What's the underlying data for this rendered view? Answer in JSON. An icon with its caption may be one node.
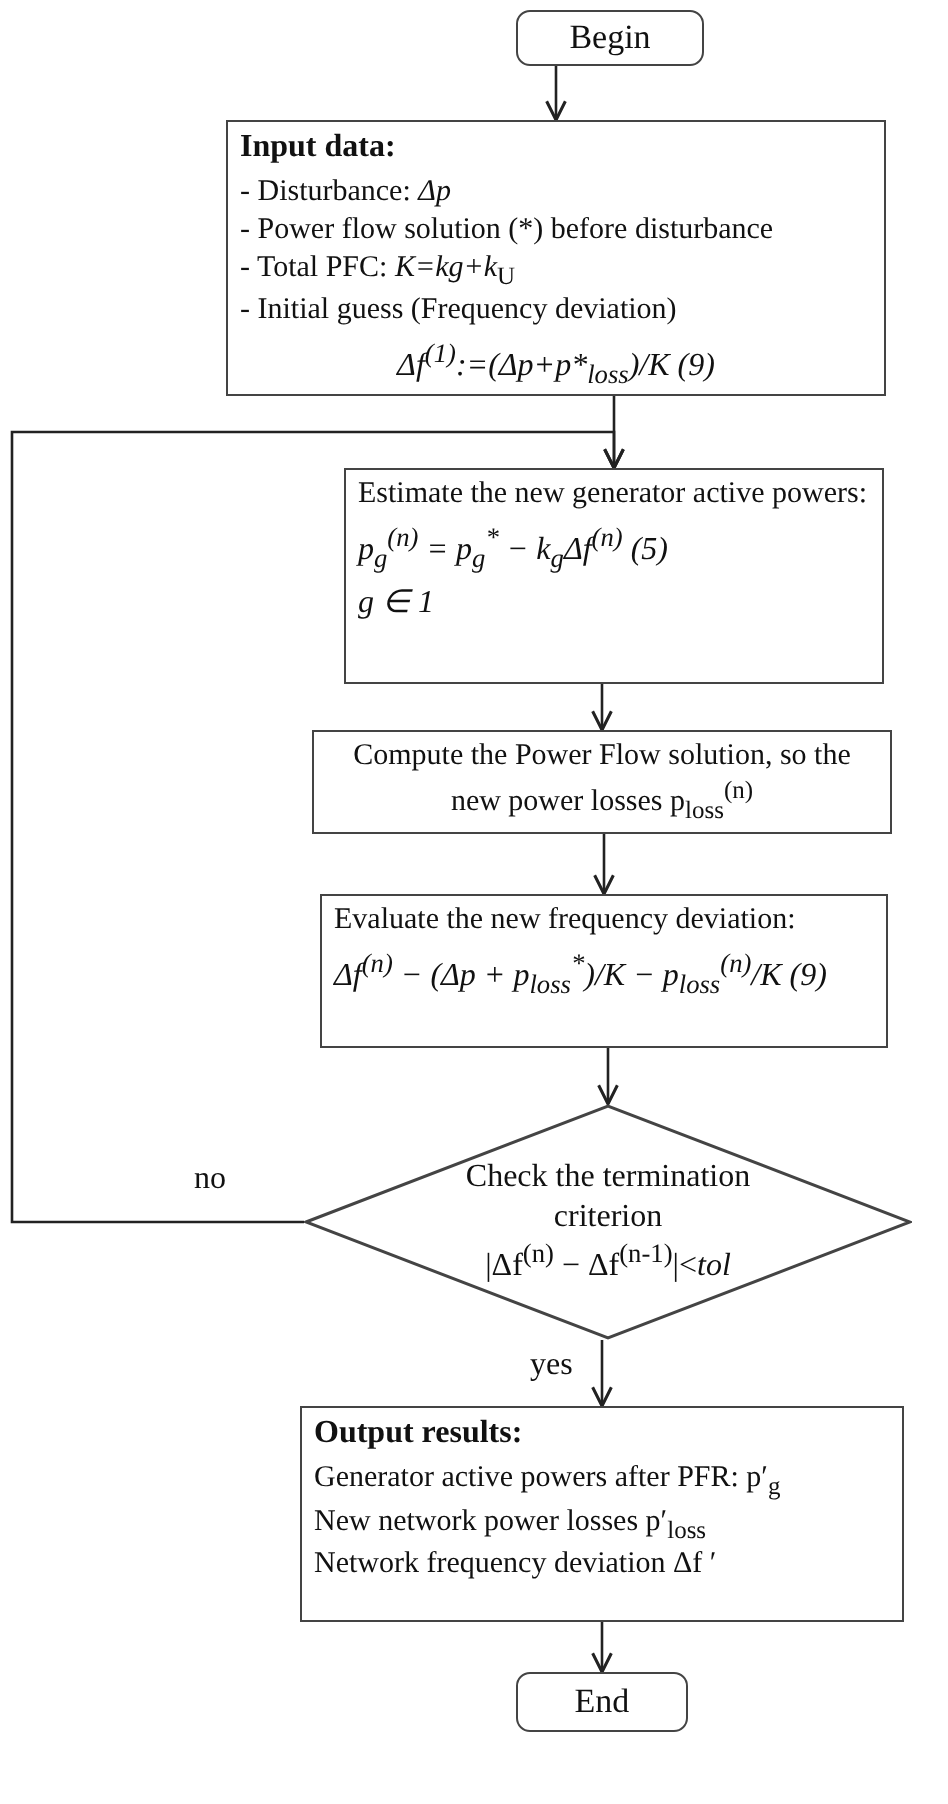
{
  "diagram": {
    "nodes": [
      {
        "text": [
          "Begin"
        ]
      },
      {
        "text": [
          "Input data:",
          "- Disturbance: *Δp*",
          "- Power flow solution (*) before disturbance",
          "- Total PFC: *K=kg+k*$_{U}$",
          "- Initial guess (Frequency deviation)",
          "Δf$^{(1)}$:=(Δp+p*$_{loss}$)/K  (9)"
        ]
      },
      {
        "text": [
          "Estimate the new generator active powers:",
          "p$_{g}$$^{(n)}$ = p$_{g}$$^{*}$ − k$_{g}$Δf$^{(n)}$   (5)",
          "g ∈ 1"
        ]
      },
      {
        "text": [
          "Compute the Power Flow solution, so the new power losses p$_{loss}$$^{(n)}$"
        ]
      },
      {
        "text": [
          "Evaluate the new frequency deviation:",
          "Δf$^{(n)}$ − (Δp + p$_{loss}$$^{*}$)/K − p$_{loss}$$^{(n)}$/K   (9)"
        ]
      },
      {
        "text": [
          "Check the termination criterion",
          "|Δf$^{(n)}$ − Δf$^{(n-1)}$|<*tol*"
        ]
      },
      {
        "text": [
          "Output results:",
          "Generator active powers after PFR: p′$_{g}$",
          "New network power losses p′$_{loss}$",
          "Network frequency deviation Δf ′"
        ]
      },
      {
        "text": [
          "End"
        ]
      }
    ],
    "edges": [
      {
        "from": 0,
        "to": 1,
        "arrow": "to"
      },
      {
        "from": 1,
        "to": 2,
        "arrow": "to"
      },
      {
        "from": 2,
        "to": 3,
        "arrow": "to"
      },
      {
        "from": 3,
        "to": 4,
        "arrow": "to"
      },
      {
        "from": 4,
        "to": 5,
        "arrow": "to"
      },
      {
        "from": 5,
        "to": 2,
        "arrow": "to",
        "label": "no"
      },
      {
        "from": 5,
        "to": 6,
        "arrow": "to",
        "label": "yes"
      },
      {
        "from": 6,
        "to": 7,
        "arrow": "to"
      }
    ]
  }
}
